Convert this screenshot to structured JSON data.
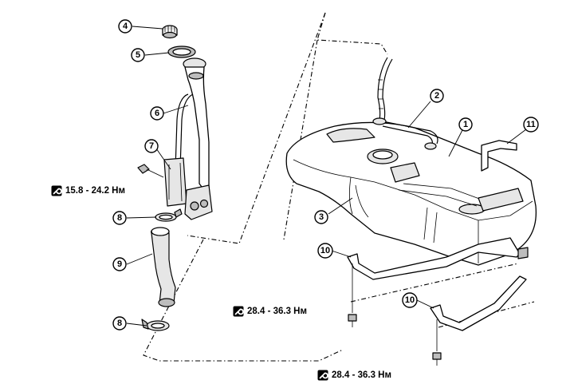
{
  "callouts": [
    {
      "id": "c4",
      "label": "4"
    },
    {
      "id": "c5",
      "label": "5"
    },
    {
      "id": "c6",
      "label": "6"
    },
    {
      "id": "c7",
      "label": "7"
    },
    {
      "id": "c8a",
      "label": "8"
    },
    {
      "id": "c9",
      "label": "9"
    },
    {
      "id": "c8b",
      "label": "8"
    },
    {
      "id": "c2",
      "label": "2"
    },
    {
      "id": "c1",
      "label": "1"
    },
    {
      "id": "c11",
      "label": "11"
    },
    {
      "id": "c3",
      "label": "3"
    },
    {
      "id": "c10a",
      "label": "10"
    },
    {
      "id": "c10b",
      "label": "10"
    }
  ],
  "torques": [
    {
      "id": "t1",
      "text": "15.8 - 24.2 Нм",
      "icon": "wrench-icon"
    },
    {
      "id": "t2",
      "text": "28.4 - 36.3 Нм",
      "icon": "wrench-icon"
    },
    {
      "id": "t3",
      "text": "28.4 - 36.3 Нм",
      "icon": "wrench-icon"
    }
  ]
}
